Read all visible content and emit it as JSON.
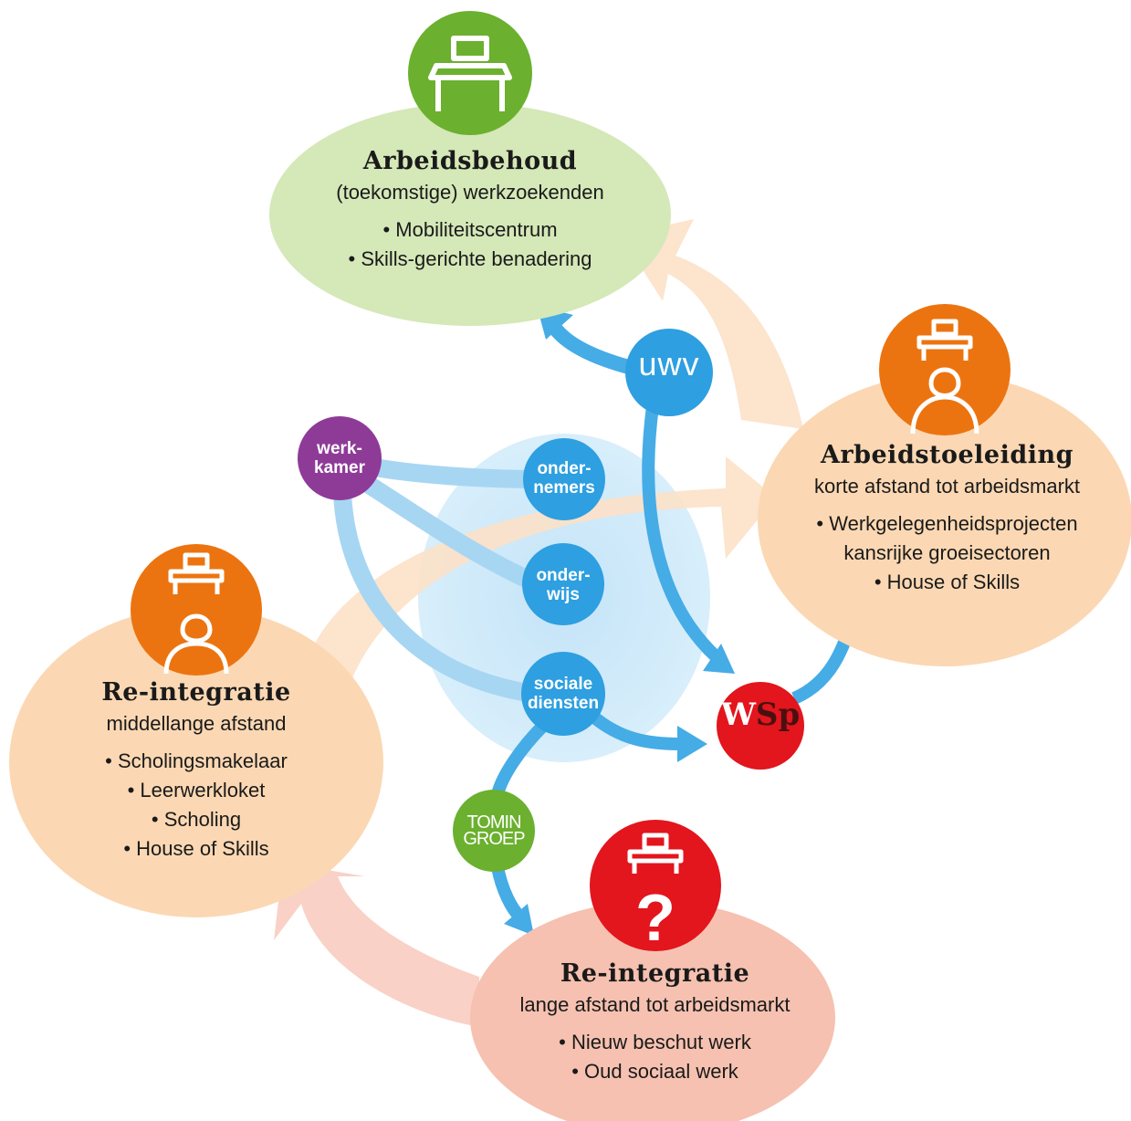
{
  "clusters": {
    "arbeidsbehoud": {
      "title": "Arbeidsbehoud",
      "subtitle": "(toekomstige) werkzoekenden",
      "items": [
        "• Mobiliteitscentrum",
        "• Skills-gerichte benadering"
      ],
      "color": "#d5e8b8",
      "icon_color": "#6bb02e"
    },
    "arbeidstoeleiding": {
      "title": "Arbeidstoeleiding",
      "subtitle": "korte afstand tot arbeidsmarkt",
      "items": [
        "• Werkgelegenheidsprojecten",
        "kansrijke groeisectoren",
        "• House of Skills"
      ],
      "color": "#fbd8b3",
      "icon_color": "#ec7410"
    },
    "reintegratie_midden": {
      "title": "Re-integratie",
      "subtitle": "middellange afstand",
      "items": [
        "• Scholingsmakelaar",
        "• Leerwerkloket",
        "• Scholing",
        "• House of Skills"
      ],
      "color": "#fbd8b3",
      "icon_color": "#ec7410"
    },
    "reintegratie_lang": {
      "title": "Re-integratie",
      "subtitle": "lange afstand tot arbeidsmarkt",
      "items": [
        "• Nieuw beschut werk",
        "• Oud sociaal werk"
      ],
      "color": "#f6c1b0",
      "icon_color": "#e3151d"
    }
  },
  "nodes": {
    "uwv": {
      "label": "UWV",
      "color": "#2e9fe0"
    },
    "werkkamer": {
      "line1": "werk-",
      "line2": "kamer",
      "color": "#8e3b98"
    },
    "ondernemers": {
      "line1": "onder-",
      "line2": "nemers",
      "color": "#2e9fe0"
    },
    "onderwijs": {
      "line1": "onder-",
      "line2": "wijs",
      "color": "#2e9fe0"
    },
    "sociale_diensten": {
      "line1": "sociale",
      "line2": "diensten",
      "color": "#2e9fe0"
    },
    "wsp": {
      "label_w": "W",
      "label_sp": "Sp",
      "color": "#e3151d"
    },
    "tomin": {
      "line1": "TOMIN",
      "line2": "GROEP",
      "color": "#6bb02e"
    }
  },
  "colors": {
    "center_blob": "#cfe9fa",
    "connector_blue": "#45ace6",
    "connector_light_blue": "#a7d6f3",
    "arrow_orange": "#fce1c8",
    "arrow_red": "#f9cfc3"
  },
  "icons": [
    "desk-icon",
    "person-at-desk-icon",
    "question-mark-icon"
  ]
}
